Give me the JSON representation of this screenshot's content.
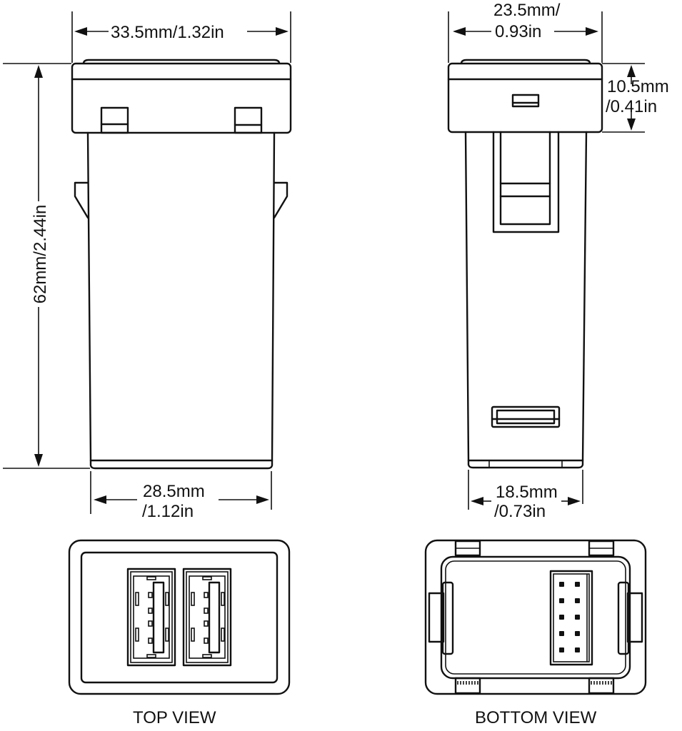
{
  "diagram": {
    "type": "dimension-drawing",
    "subject": "Dual USB socket panel",
    "colors": {
      "line": "#111111",
      "background": "#ffffff"
    }
  },
  "front_view": {
    "width_dimension": "33.5mm/1.32in",
    "height_dimension": "62mm/2.44in",
    "body_width_line1": "28.5mm",
    "body_width_line2": "/1.12in"
  },
  "side_view": {
    "width_line1": "23.5mm/",
    "width_line2": "0.93in",
    "head_height_line1": "10.5mm",
    "head_height_line2": "/0.41in",
    "body_width_line1": "18.5mm",
    "body_width_line2": "/0.73in"
  },
  "top_view": {
    "caption": "TOP VIEW",
    "ports": [
      {
        "name": "usb-port-1",
        "type": "USB-A"
      },
      {
        "name": "usb-port-2",
        "type": "USB-A"
      }
    ]
  },
  "bottom_view": {
    "caption": "BOTTOM VIEW",
    "connector_pins": 10,
    "connector_layout": "2x5"
  }
}
